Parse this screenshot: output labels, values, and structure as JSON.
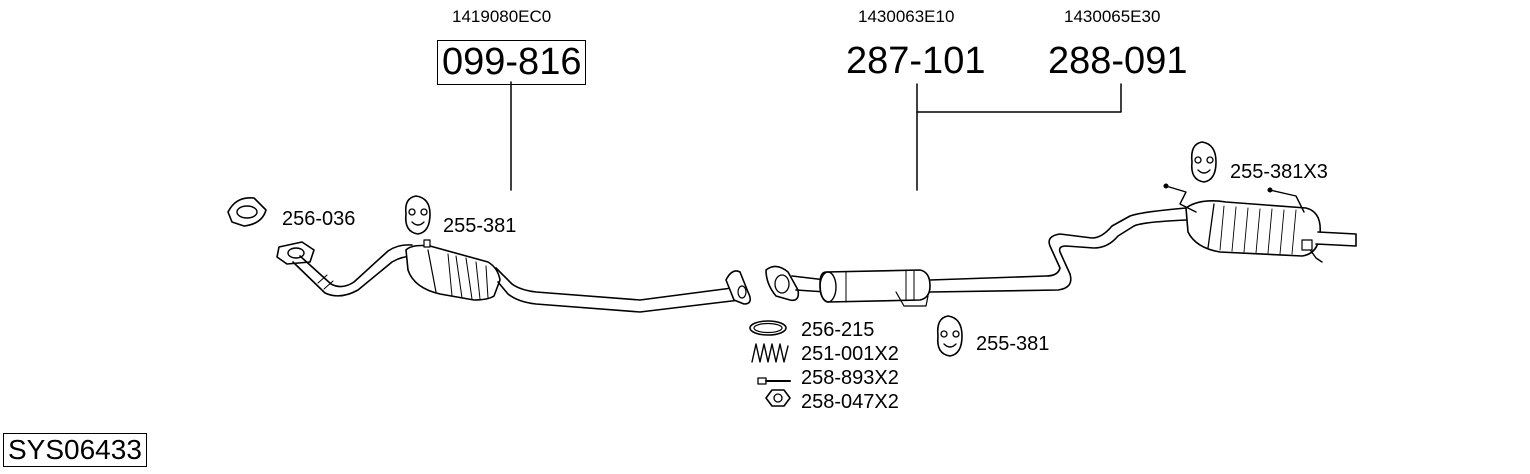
{
  "system_code": "SYS06433",
  "groups": [
    {
      "oem_number": "1419080EC0",
      "part_number": "099-816",
      "boxed": true
    },
    {
      "oem_number": "1430063E10",
      "part_number": "287-101",
      "boxed": false
    },
    {
      "oem_number": "1430065E30",
      "part_number": "288-091",
      "boxed": false
    }
  ],
  "parts": {
    "gasket_front": "256-036",
    "hanger_front": "255-381",
    "gasket_mid": "256-215",
    "spring": "251-001X2",
    "bolt": "258-893X2",
    "nut": "258-047X2",
    "hanger_mid": "255-381",
    "hanger_rear": "255-381X3"
  },
  "icons": [
    "gasket-ring-icon",
    "rubber-hanger-icon",
    "spring-icon",
    "bolt-icon",
    "nut-icon"
  ]
}
